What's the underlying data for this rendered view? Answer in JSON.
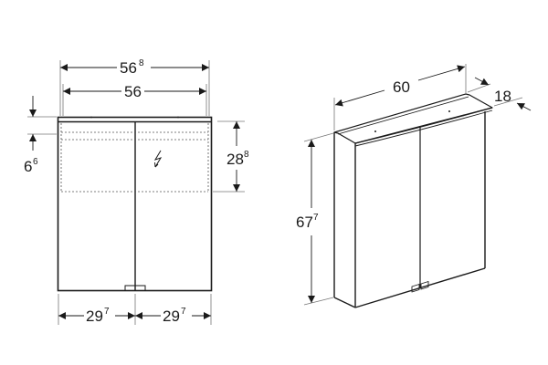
{
  "front_view": {
    "width_outer": {
      "main": "56",
      "sup": "8"
    },
    "width_inner": {
      "main": "56",
      "sup": ""
    },
    "top_offset": {
      "main": "6",
      "sup": "6"
    },
    "light_height": {
      "main": "28",
      "sup": "8"
    },
    "door_left_width": {
      "main": "29",
      "sup": "7"
    },
    "door_right_width": {
      "main": "29",
      "sup": "7"
    },
    "icon": "lightning-bolt-icon"
  },
  "iso_view": {
    "width": {
      "main": "60",
      "sup": ""
    },
    "depth": {
      "main": "18",
      "sup": ""
    },
    "height": {
      "main": "67",
      "sup": "7"
    }
  },
  "colors": {
    "line": "#1a1a1a",
    "dim_line": "#555555",
    "background": "#ffffff"
  }
}
